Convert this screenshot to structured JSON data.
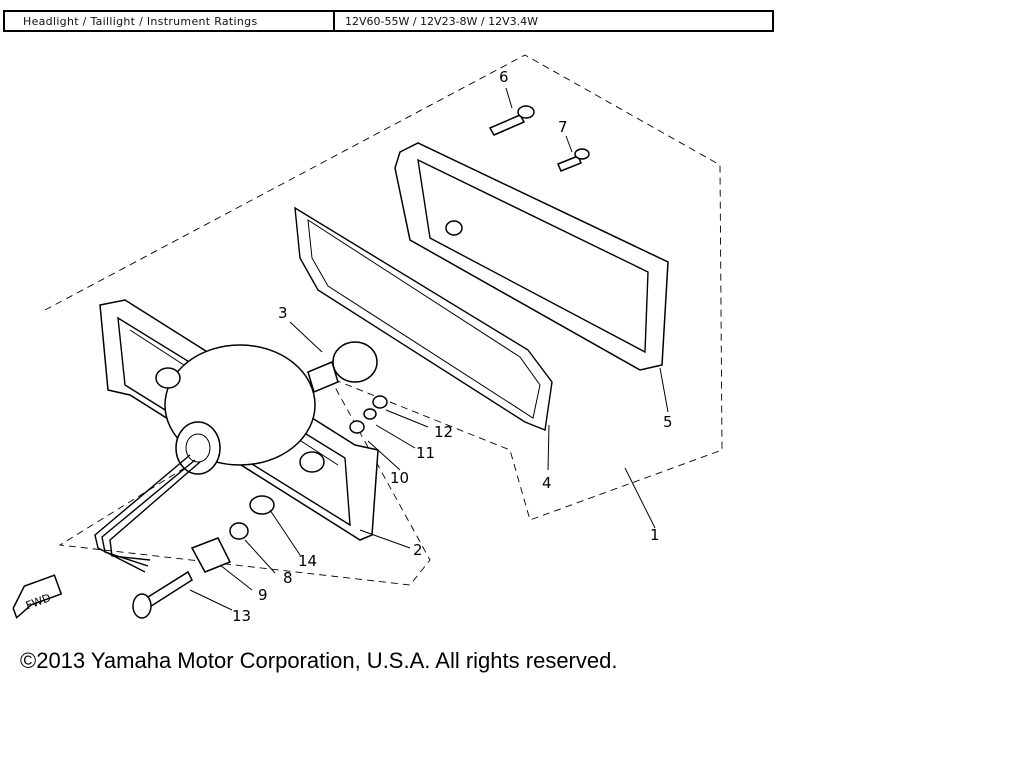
{
  "ratings_bar": {
    "label": "Headlight / Taillight / Instrument Ratings",
    "value": "12V60-55W / 12V23-8W / 12V3.4W"
  },
  "diagram": {
    "callouts": [
      "1",
      "2",
      "3",
      "4",
      "5",
      "6",
      "7",
      "8",
      "9",
      "10",
      "11",
      "12",
      "13",
      "14"
    ],
    "fwd_label": "FWD"
  },
  "copyright": "©2013 Yamaha Motor Corporation, U.S.A. All rights reserved."
}
